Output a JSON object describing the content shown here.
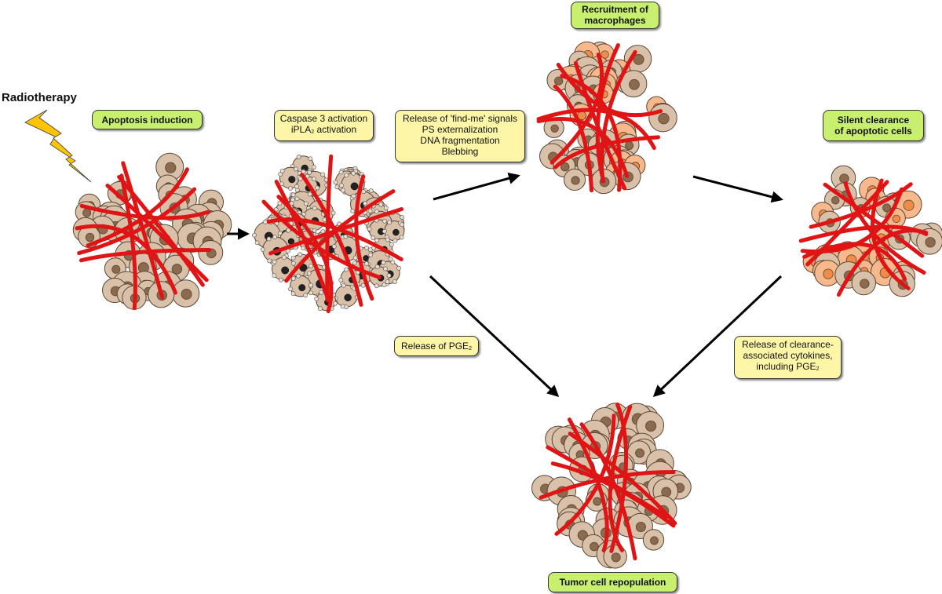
{
  "radiotherapy": "Radiotherapy",
  "labels": {
    "apoptosis_induction": "Apoptosis induction",
    "recruitment": [
      "Recruitment of",
      "macrophages"
    ],
    "silent_clearance": [
      "Silent clearance",
      "of apoptotic cells"
    ],
    "tumor_repopulation": "Tumor cell repopulation"
  },
  "notes": {
    "caspase": [
      "Caspase 3 activation",
      "iPLA",
      "2",
      " activation"
    ],
    "find_me": [
      "Release of 'find-me' signals",
      "PS externalization",
      "DNA fragmentation",
      "Blebbing"
    ],
    "pge2": [
      "Release of PGE",
      "2"
    ],
    "clearance": [
      "Release of clearance-",
      "associated cytokines,",
      "including PGE",
      "2"
    ]
  },
  "colors": {
    "cell_fill": "#d9c1a9",
    "cell_outline": "#5a4636",
    "nucleus": "#8c6a4e",
    "vessel": "#e01414",
    "macrophage": "#f7b88c",
    "green_box": "#c8f06e",
    "yellow_box": "#fdf6a6",
    "bolt": "#ffc400"
  }
}
